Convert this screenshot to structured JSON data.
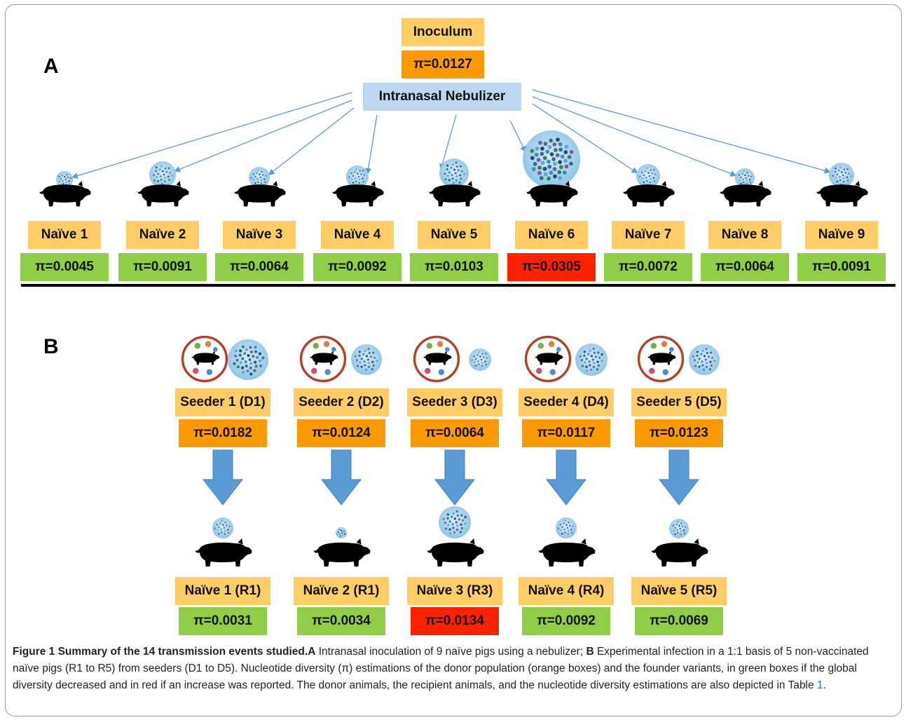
{
  "panel_a": {
    "letter": "A",
    "inoculum_label": "Inoculum",
    "inoculum_pi": "π=0.0127",
    "nebulizer_label": "Intranasal Nebulizer",
    "pigs": [
      {
        "label": "Naïve 1",
        "pi": "π=0.0045",
        "status": "decrease"
      },
      {
        "label": "Naïve 2",
        "pi": "π=0.0091",
        "status": "decrease"
      },
      {
        "label": "Naïve 3",
        "pi": "π=0.0064",
        "status": "decrease"
      },
      {
        "label": "Naïve 4",
        "pi": "π=0.0092",
        "status": "decrease"
      },
      {
        "label": "Naïve 5",
        "pi": "π=0.0103",
        "status": "decrease"
      },
      {
        "label": "Naïve 6",
        "pi": "π=0.0305",
        "status": "increase"
      },
      {
        "label": "Naïve 7",
        "pi": "π=0.0072",
        "status": "decrease"
      },
      {
        "label": "Naïve 8",
        "pi": "π=0.0064",
        "status": "decrease"
      },
      {
        "label": "Naïve 9",
        "pi": "π=0.0091",
        "status": "decrease"
      }
    ]
  },
  "panel_b": {
    "letter": "B",
    "pairs": [
      {
        "seeder": "Seeder 1 (D1)",
        "seeder_pi": "π=0.0182",
        "recipient": "Naïve 1 (R1)",
        "recipient_pi": "π=0.0031",
        "status": "decrease"
      },
      {
        "seeder": "Seeder 2 (D2)",
        "seeder_pi": "π=0.0124",
        "recipient": "Naïve 2 (R1)",
        "recipient_pi": "π=0.0034",
        "status": "decrease"
      },
      {
        "seeder": "Seeder 3 (D3)",
        "seeder_pi": "π=0.0064",
        "recipient": "Naïve 3 (R3)",
        "recipient_pi": "π=0.0134",
        "status": "increase"
      },
      {
        "seeder": "Seeder 4 (D4)",
        "seeder_pi": "π=0.0117",
        "recipient": "Naïve 4 (R4)",
        "recipient_pi": "π=0.0092",
        "status": "decrease"
      },
      {
        "seeder": "Seeder 5 (D5)",
        "seeder_pi": "π=0.0123",
        "recipient": "Naïve 5 (R5)",
        "recipient_pi": "π=0.0069",
        "status": "decrease"
      }
    ]
  },
  "colors": {
    "label_box": "#ffcc66",
    "donor_box": "#ff9900",
    "decrease_box": "#8fce46",
    "increase_box": "#ff2200",
    "nebulizer_box": "#bcd7ef",
    "arrow": "#5b9bd5"
  },
  "caption": {
    "bold": "Figure 1  Summary of the 14 transmission events studied.",
    "a_letter": "A",
    "a_text": " Intranasal inoculation of 9 naïve pigs using a nebulizer; ",
    "b_letter": "B",
    "b_text": " Experimental infection in a 1:1 basis of 5 non-vaccinated naïve pigs (R1 to R5) from seeders (D1 to D5). Nucleotide diversity (π) estimations of the donor population (orange boxes) and the founder variants, in green boxes if the global diversity decreased and in red if an increase was reported. The donor animals, the recipient animals, and the nucleotide diversity estimations are also depicted in Table ",
    "table_ref": "1",
    "end": "."
  }
}
